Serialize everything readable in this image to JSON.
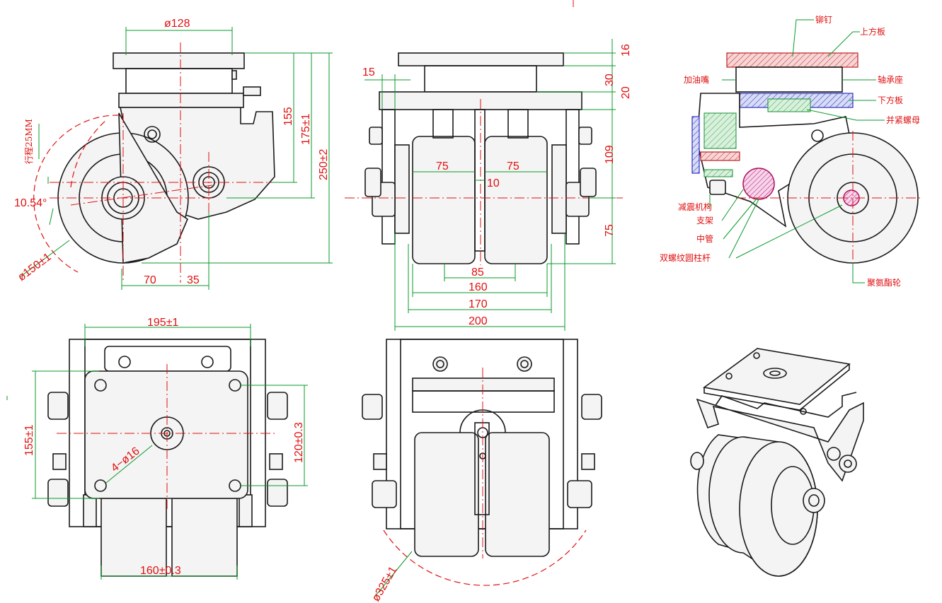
{
  "dims": {
    "d128": "ø128",
    "d155": "155",
    "d175": "175±1",
    "d250": "250±2",
    "d150": "ø150±1",
    "d1054": "10.54°",
    "d70": "70",
    "d35": "35",
    "stroke": "行程25MM",
    "d15": "15",
    "d16": "16",
    "d30": "30",
    "d20": "20",
    "d109": "109",
    "d75v": "75",
    "d75a": "75",
    "d75b": "75",
    "d10": "10",
    "d85": "85",
    "d160": "160",
    "d170": "170",
    "d200": "200",
    "d195": "195±1",
    "d155b": "155±1",
    "d120": "120±0.3",
    "d4x16": "4−ø16",
    "d160b": "160±0.3",
    "d325": "ø325±1"
  },
  "labels": {
    "rivet": "铆钉",
    "top_plate": "上方板",
    "grease": "加油嘴",
    "bearing": "轴承座",
    "bottom_plate": "下方板",
    "lock_nut": "并紧螺母",
    "damper": "减震机构",
    "bracket": "支架",
    "center_tube": "中管",
    "double_thread": "双螺纹圆柱杆",
    "pu_wheel": "聚氨酯轮"
  },
  "colors": {
    "outline": "#1a1a1a",
    "dimension_line": "#0a9a2a",
    "dimension_text": "#e01010",
    "center_line": "#e01010"
  }
}
